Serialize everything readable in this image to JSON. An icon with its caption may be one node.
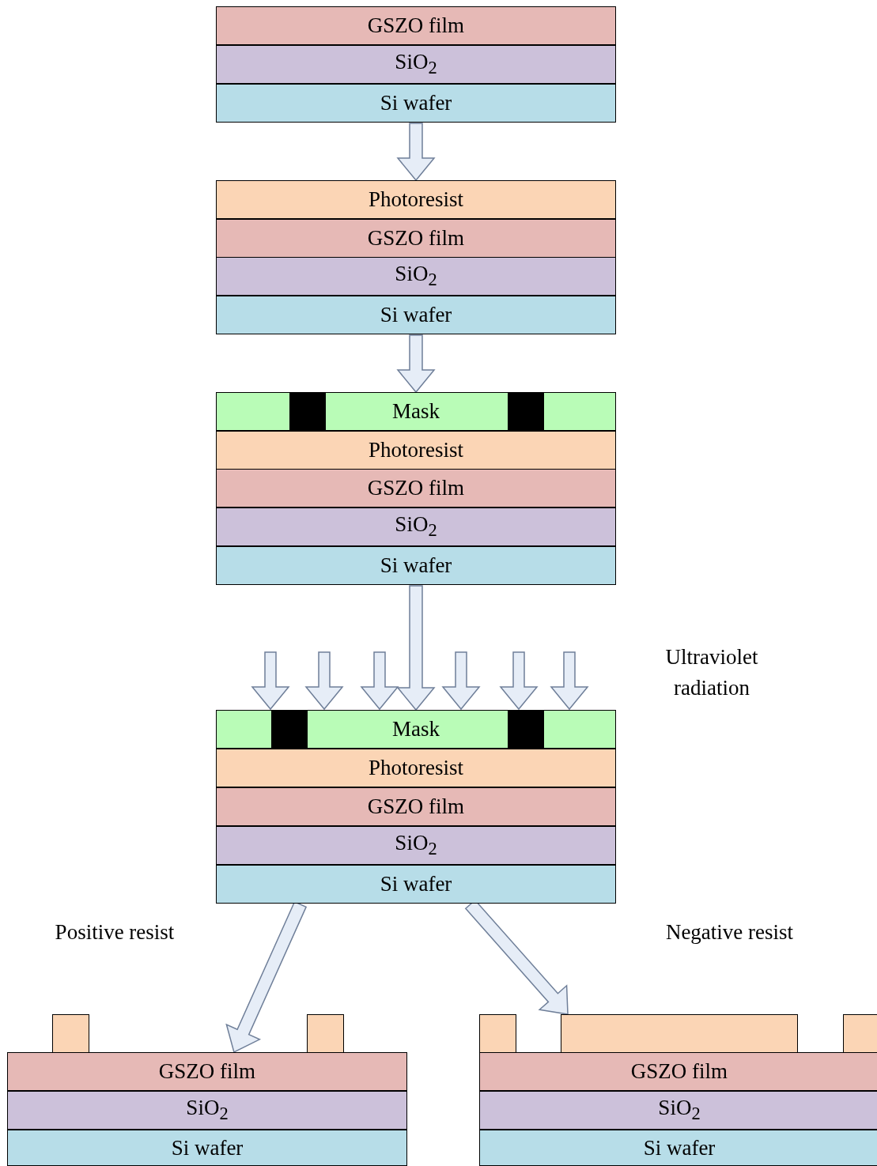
{
  "diagram": {
    "nodes": [
      {
        "text": [
          "GSZO film"
        ]
      },
      {
        "text": [
          "SiO$_{2}$"
        ]
      },
      {
        "text": [
          "Si wafer"
        ]
      },
      {
        "text": [
          "Photoresist"
        ]
      },
      {
        "text": [
          "GSZO film"
        ]
      },
      {
        "text": [
          "SiO$_{2}$"
        ]
      },
      {
        "text": [
          "Si wafer"
        ]
      },
      {
        "text": [
          "Mask"
        ]
      },
      {
        "text": [],
        "shape": "box",
        "in": 7
      },
      {
        "text": [],
        "shape": "box",
        "in": 7
      },
      {
        "text": [
          "Photoresist"
        ]
      },
      {
        "text": [
          "GSZO film"
        ]
      },
      {
        "text": [
          "SiO$_{2}$"
        ]
      },
      {
        "text": [
          "Si wafer"
        ]
      },
      {
        "text": [
          "Mask"
        ]
      },
      {
        "text": [],
        "shape": "box",
        "in": 14
      },
      {
        "text": [],
        "shape": "box",
        "in": 14
      },
      {
        "text": [
          "Photoresist"
        ]
      },
      {
        "text": [
          "GSZO film"
        ]
      },
      {
        "text": [
          "SiO$_{2}$"
        ]
      },
      {
        "text": [
          "Si wafer"
        ]
      },
      {
        "text": [],
        "shape": "box"
      },
      {
        "text": [],
        "shape": "box"
      },
      {
        "text": [
          "GSZO film"
        ]
      },
      {
        "text": [
          "SiO$_{2}$"
        ]
      },
      {
        "text": [
          "Si wafer"
        ]
      },
      {
        "text": [],
        "shape": "box"
      },
      {
        "text": [],
        "shape": "box"
      },
      {
        "text": [],
        "shape": "box"
      },
      {
        "text": [
          "GSZO film"
        ]
      },
      {
        "text": [
          "SiO$_{2}$"
        ]
      },
      {
        "text": [
          "Si wafer"
        ]
      }
    ],
    "edges": [
      {
        "from": 2,
        "to": 3,
        "arrow": "to"
      },
      {
        "from": 6,
        "to": 7,
        "arrow": "to"
      },
      {
        "from": 13,
        "to": 14,
        "arrow": "to"
      },
      {
        "from": 20,
        "to": 23,
        "arrow": "to"
      },
      {
        "from": 20,
        "to": 27,
        "arrow": "to"
      }
    ],
    "labels": [
      "Ultraviolet radiation",
      "Positive resist",
      "Negative resist"
    ]
  }
}
